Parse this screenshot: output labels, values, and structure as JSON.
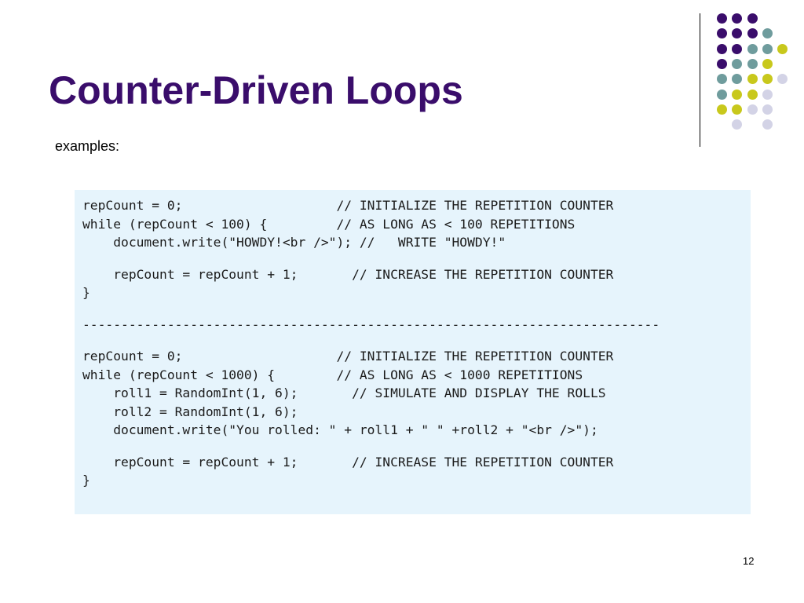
{
  "slide": {
    "title": "Counter-Driven Loops",
    "subtitle_text": "examples",
    "subtitle_colon": ":",
    "page_number": "12"
  },
  "colors": {
    "title": "#3a0d6b",
    "code_background": "#e6f4fc",
    "dot_purple": "#3a0d6b",
    "dot_teal": "#6f9c9d",
    "dot_olive": "#c8c81c",
    "dot_lavender": "#d3d3e6"
  },
  "logo_dots": [
    [
      "purple",
      "purple",
      "purple",
      "",
      ""
    ],
    [
      "purple",
      "purple",
      "purple",
      "teal",
      ""
    ],
    [
      "purple",
      "purple",
      "teal",
      "teal",
      "olive"
    ],
    [
      "purple",
      "teal",
      "teal",
      "olive",
      ""
    ],
    [
      "teal",
      "teal",
      "olive",
      "olive",
      "lavender"
    ],
    [
      "teal",
      "olive",
      "olive",
      "lavender",
      ""
    ],
    [
      "olive",
      "olive",
      "lavender",
      "lavender",
      ""
    ],
    [
      "",
      "lavender",
      "",
      "lavender",
      ""
    ]
  ],
  "code_lines": [
    "repCount = 0;                    // INITIALIZE THE REPETITION COUNTER",
    "while (repCount < 100) {         // AS LONG AS < 100 REPETITIONS",
    "    document.write(\"HOWDY!<br />\"); //   WRITE \"HOWDY!\"",
    "",
    "    repCount = repCount + 1;       // INCREASE THE REPETITION COUNTER",
    "}",
    "",
    "---------------------------------------------------------------------------",
    "",
    "repCount = 0;                    // INITIALIZE THE REPETITION COUNTER",
    "while (repCount < 1000) {        // AS LONG AS < 1000 REPETITIONS",
    "    roll1 = RandomInt(1, 6);       // SIMULATE AND DISPLAY THE ROLLS",
    "    roll2 = RandomInt(1, 6);",
    "    document.write(\"You rolled: \" + roll1 + \" \" +roll2 + \"<br />\");",
    "",
    "    repCount = repCount + 1;       // INCREASE THE REPETITION COUNTER",
    "}"
  ]
}
